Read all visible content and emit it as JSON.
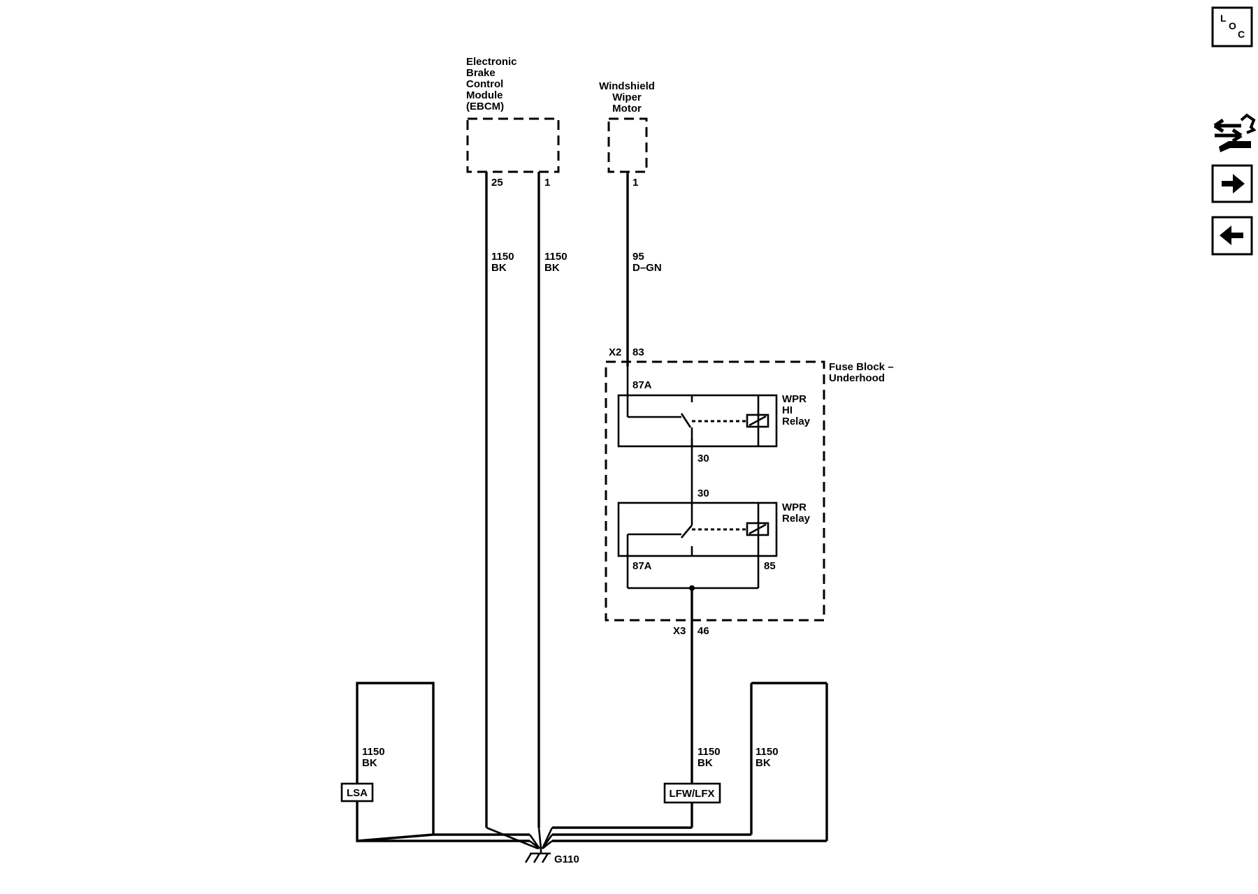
{
  "components": {
    "ebcm": [
      "Electronic",
      "Brake",
      "Control",
      "Module",
      "(EBCM)"
    ],
    "wiper_motor": [
      "Windshield",
      "Wiper",
      "Motor"
    ],
    "fuse_block": [
      "Fuse Block –",
      "Underhood"
    ],
    "wpr_hi_relay": [
      "WPR",
      "HI",
      "Relay"
    ],
    "wpr_relay": [
      "WPR",
      "Relay"
    ],
    "ground": "G110"
  },
  "pins": {
    "ebcm_a": "25",
    "ebcm_b": "1",
    "wiper": "1",
    "x2_connector": "X2",
    "x2_pin": "83",
    "hi_87a": "87A",
    "hi_30": "30",
    "wpr_30": "30",
    "wpr_87a": "87A",
    "wpr_85": "85",
    "x3_connector": "X3",
    "x3_pin": "46"
  },
  "wires": {
    "ebcm_25": {
      "circuit": "1150",
      "color": "BK"
    },
    "ebcm_1": {
      "circuit": "1150",
      "color": "BK"
    },
    "wiper_1": {
      "circuit": "95",
      "color": "D–GN"
    },
    "lsa": {
      "circuit": "1150",
      "color": "BK"
    },
    "lfw": {
      "circuit": "1150",
      "color": "BK"
    },
    "right": {
      "circuit": "1150",
      "color": "BK"
    }
  },
  "options": {
    "lsa": "LSA",
    "lfw_lfx": "LFW/LFX"
  },
  "nav": {
    "loc_letters": [
      "L",
      "O",
      "C"
    ],
    "icons": [
      "component-locator-icon",
      "connector-wrench-icon",
      "arrow-right-icon",
      "arrow-left-icon"
    ]
  }
}
